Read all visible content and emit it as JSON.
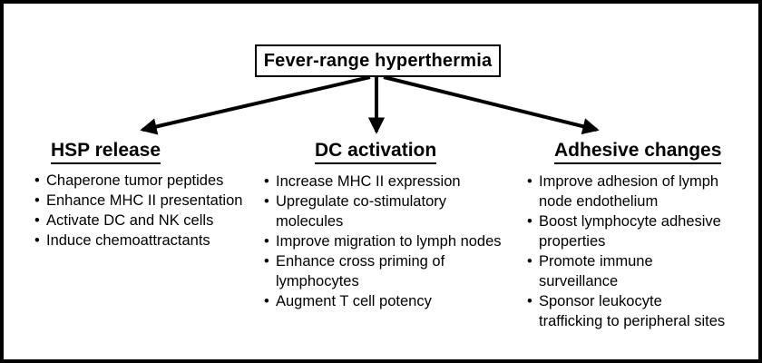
{
  "glyphs": {
    "bullet": "•"
  },
  "colors": {
    "ink": "#000000",
    "background": "#ffffff"
  },
  "diagram": {
    "title": "Fever-range hyperthermia",
    "columns": [
      {
        "heading": "HSP release",
        "bullets": [
          "Chaperone tumor peptides",
          "Enhance MHC II presentation",
          "Activate DC and NK cells",
          "Induce chemoattractants"
        ]
      },
      {
        "heading": "DC activation",
        "bullets": [
          "Increase MHC II expression",
          "Upregulate co-stimulatory\nmolecules",
          "Improve migration to lymph nodes",
          "Enhance cross priming of\nlymphocytes",
          "Augment T cell potency"
        ]
      },
      {
        "heading": "Adhesive changes",
        "bullets": [
          "Improve adhesion of lymph\nnode endothelium",
          "Boost lymphocyte adhesive\nproperties",
          "Promote immune\nsurveillance",
          "Sponsor leukocyte\ntrafficking to peripheral sites"
        ]
      }
    ]
  }
}
